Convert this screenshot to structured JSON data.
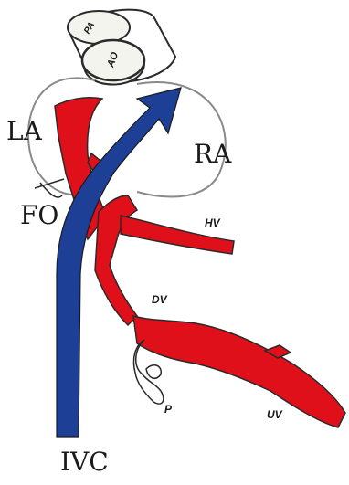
{
  "colors": {
    "oxygenated": "#e0101b",
    "deoxygenated": "#1d3f95",
    "outline": "#2a2a2a",
    "atrium_outline": "#8a8a8a",
    "aorta_fill": "#f4f4ee"
  },
  "labels": {
    "la": "LA",
    "ra": "RA",
    "fo": "FO",
    "ivc": "IVC",
    "hv": "HV",
    "dv": "DV",
    "uv": "UV",
    "p": "P",
    "ao": "AO",
    "pa": "PA"
  }
}
